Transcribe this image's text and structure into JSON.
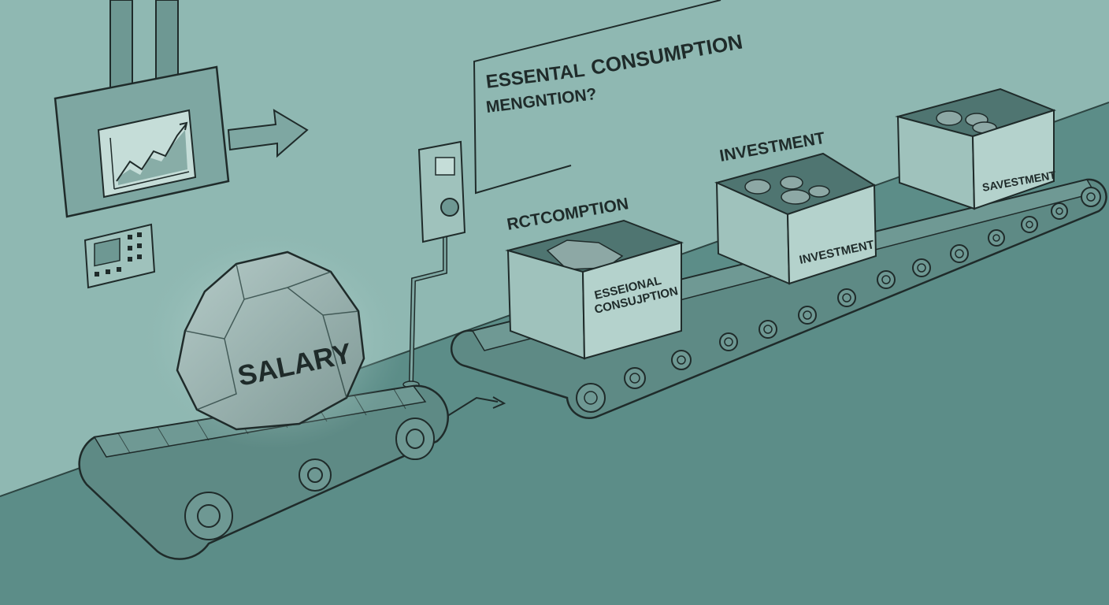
{
  "sign": {
    "line1": "ESSENTAL",
    "line2": "MENGNTION?",
    "line3": "CONSUMPTION"
  },
  "labels": {
    "rock": "SALARY",
    "rct": "RCTCOMPTION",
    "box1_front_line1": "ESSEIONAL",
    "box1_front_line2": "CONSUJPTION",
    "investment_heading": "INVESTMENT",
    "box2_front": "INVESTMENT",
    "box3_front": "SAVESTMENT"
  },
  "colors": {
    "wall": "#8fb8b2",
    "floor": "#5c8d88",
    "line": "#1f2b2a",
    "box_face": "#a9cac4"
  }
}
